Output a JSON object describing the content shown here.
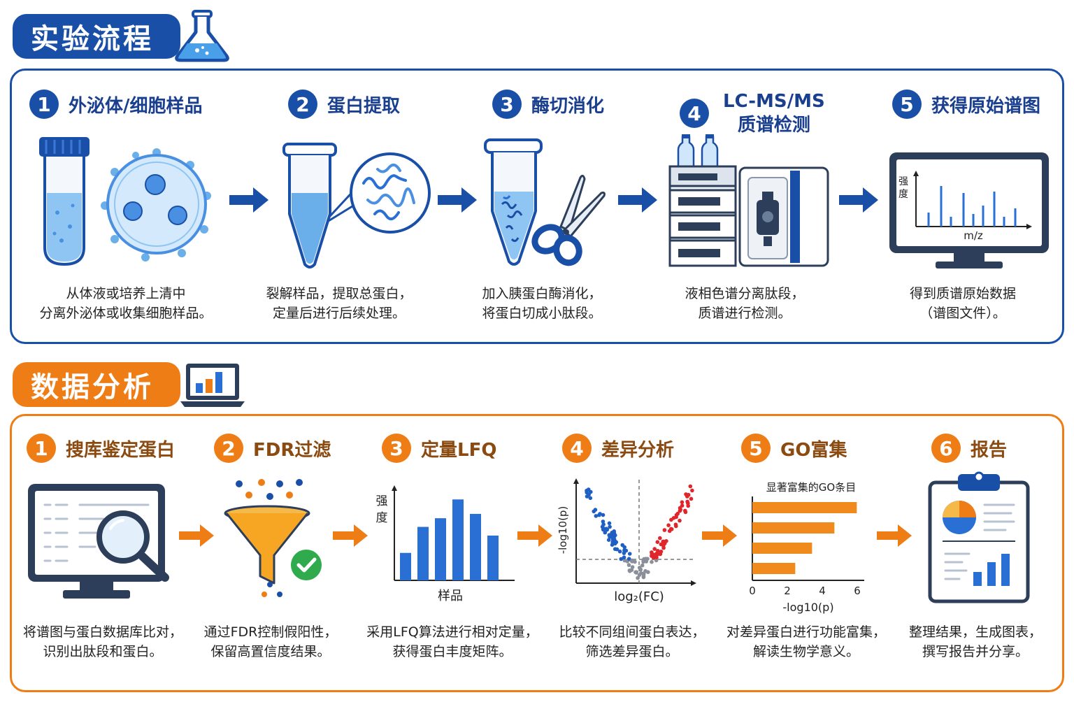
{
  "experiment": {
    "title": "实验流程",
    "steps": [
      {
        "num": "1",
        "title": "外泌体/细胞样品",
        "desc": [
          "从体液或培养上清中",
          "分离外泌体或收集细胞样品。"
        ]
      },
      {
        "num": "2",
        "title": "蛋白提取",
        "desc": [
          "裂解样品，提取总蛋白，",
          "定量后进行后续处理。"
        ]
      },
      {
        "num": "3",
        "title": "酶切消化",
        "desc": [
          "加入胰蛋白酶消化，",
          "将蛋白切成小肽段。"
        ]
      },
      {
        "num": "4",
        "title_lines": [
          "LC-MS/MS",
          "质谱检测"
        ],
        "desc": [
          "液相色谱分离肽段，",
          "质谱进行检测。"
        ]
      },
      {
        "num": "5",
        "title": "获得原始谱图",
        "desc": [
          "得到质谱原始数据",
          "（谱图文件）。"
        ]
      }
    ],
    "spectrum": {
      "ylabel_1": "强",
      "ylabel_2": "度",
      "xlabel": "m/z"
    }
  },
  "analysis": {
    "title": "数据分析",
    "steps": [
      {
        "num": "1",
        "title": "搜库鉴定蛋白",
        "desc": [
          "将谱图与蛋白数据库比对，",
          "识别出肽段和蛋白。"
        ]
      },
      {
        "num": "2",
        "title": "FDR过滤",
        "desc": [
          "通过FDR控制假阳性，",
          "保留高置信度结果。"
        ]
      },
      {
        "num": "3",
        "title": "定量LFQ",
        "desc": [
          "采用LFQ算法进行相对定量，",
          "获得蛋白丰度矩阵。"
        ]
      },
      {
        "num": "4",
        "title": "差异分析",
        "desc": [
          "比较不同组间蛋白表达，",
          "筛选差异蛋白。"
        ]
      },
      {
        "num": "5",
        "title": "GO富集",
        "desc": [
          "对差异蛋白进行功能富集，",
          "解读生物学意义。"
        ]
      },
      {
        "num": "6",
        "title": "报告",
        "desc": [
          "整理结果，生成图表，",
          "撰写报告并分享。"
        ]
      }
    ],
    "lfq": {
      "ylabel_1": "强",
      "ylabel_2": "度",
      "xlabel": "样品",
      "values": [
        38,
        74,
        86,
        112,
        92,
        62
      ]
    },
    "volcano": {
      "ylabel": "-log10(p)",
      "xlabel": "log₂(FC)"
    },
    "go": {
      "title": "显著富集的GO条目",
      "xlabel": "-log10(p)",
      "ticks": [
        "0",
        "2",
        "4",
        "6"
      ],
      "values": [
        5.6,
        4.4,
        3.2,
        2.3
      ],
      "xmax": 6
    }
  },
  "colors": {
    "blue": "#1a4fa8",
    "orange": "#ee7d16",
    "bar_blue": "#2a6fd4",
    "bar_orange": "#f08a1c"
  }
}
